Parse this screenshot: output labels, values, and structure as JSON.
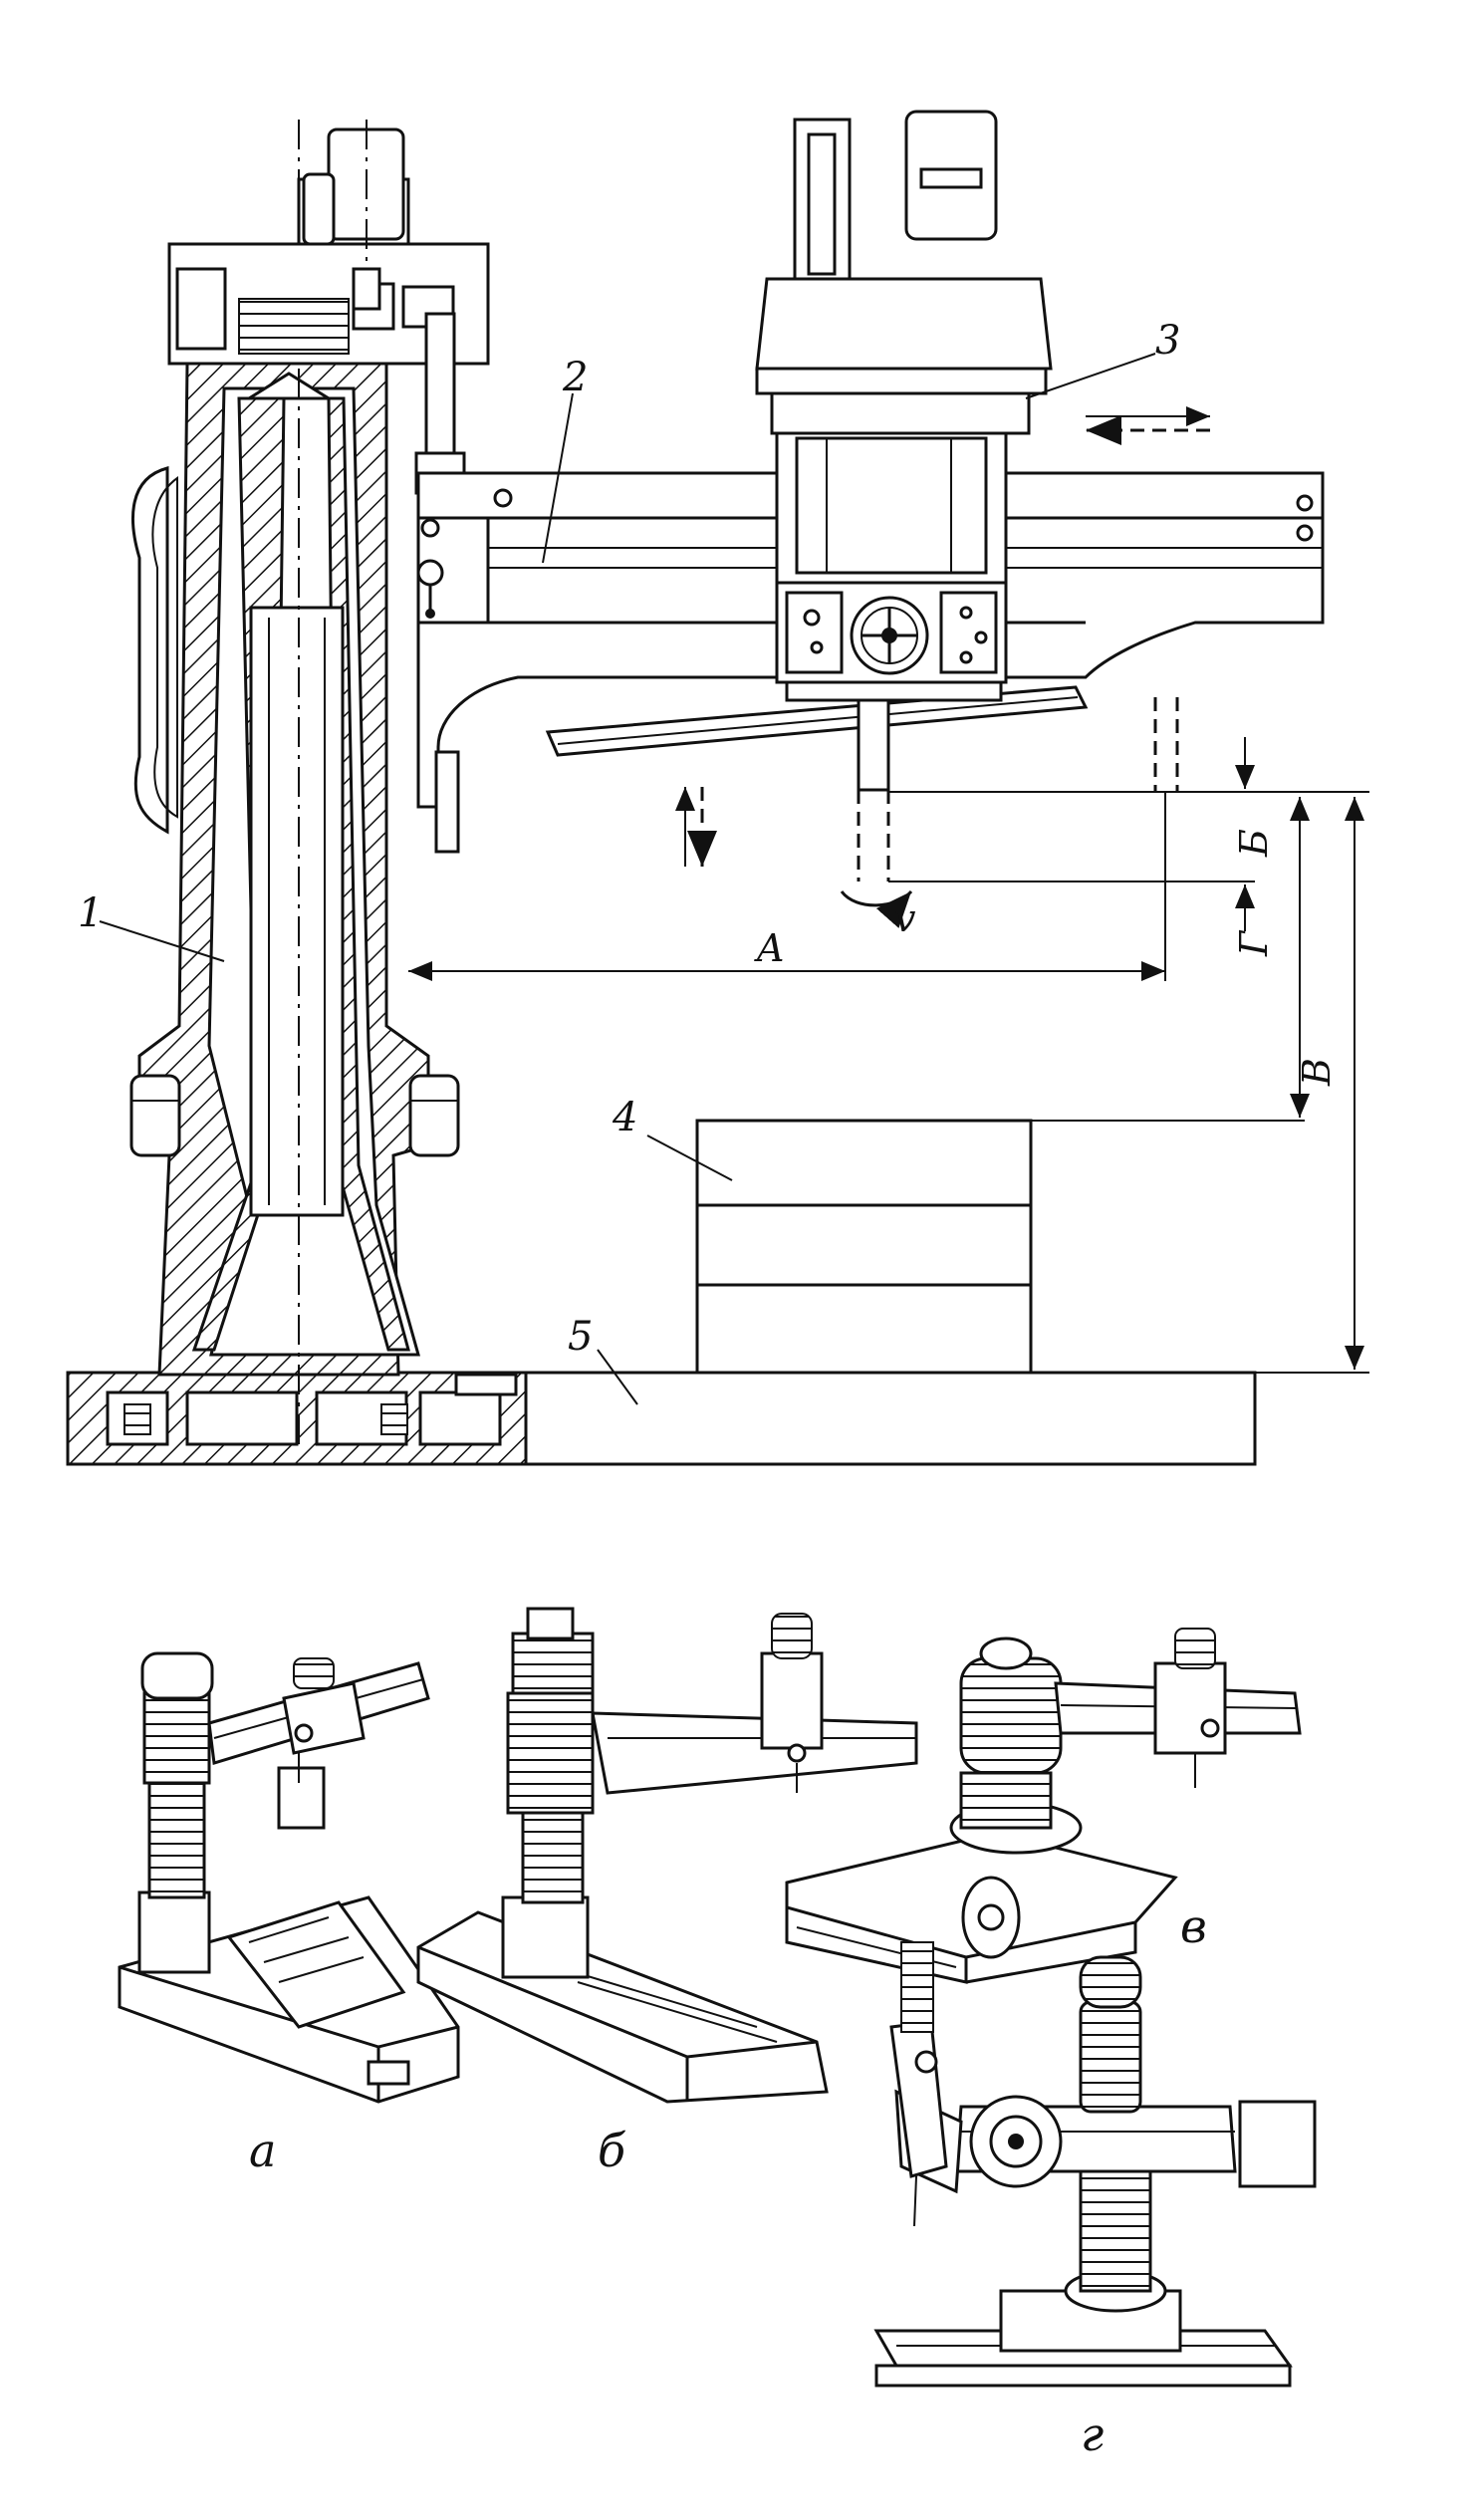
{
  "main_drawing": {
    "part_labels": [
      "1",
      "2",
      "3",
      "4",
      "5"
    ],
    "dimension_labels": {
      "A": "A",
      "B_cyr": "Б",
      "V_cyr": "В",
      "G_cyr": "Г",
      "v": "v"
    }
  },
  "variants": {
    "a": "а",
    "b": "б",
    "v": "в",
    "g": "г"
  }
}
